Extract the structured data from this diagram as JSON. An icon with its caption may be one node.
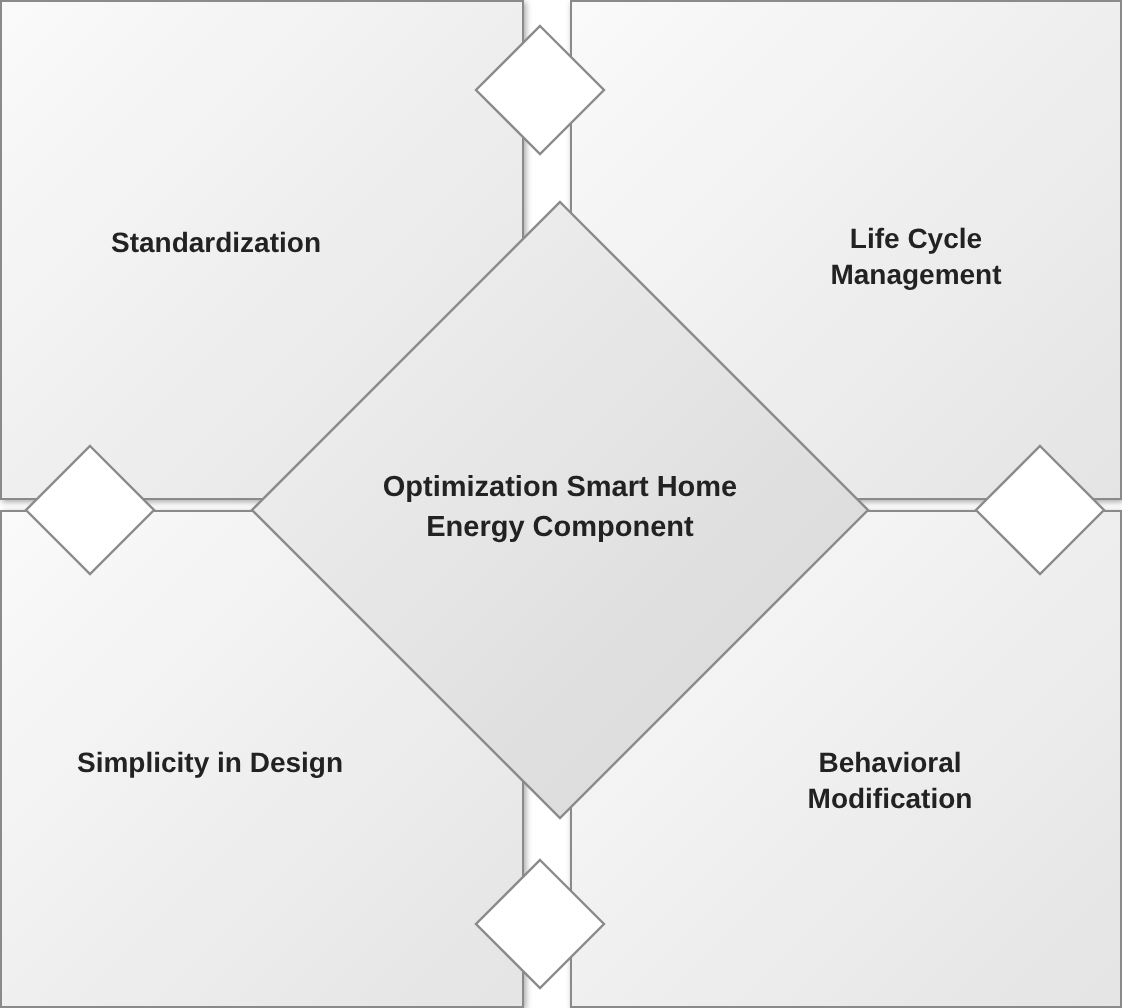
{
  "diagram": {
    "nodes": [
      {
        "text": [
          "Standardization"
        ]
      },
      {
        "text": [
          "Life Cycle Management"
        ]
      },
      {
        "text": [
          "Optimization Smart Home Energy Component"
        ]
      },
      {
        "text": [
          "Simplicity in Design"
        ]
      },
      {
        "text": [
          "Behavioral Modification"
        ]
      }
    ]
  }
}
